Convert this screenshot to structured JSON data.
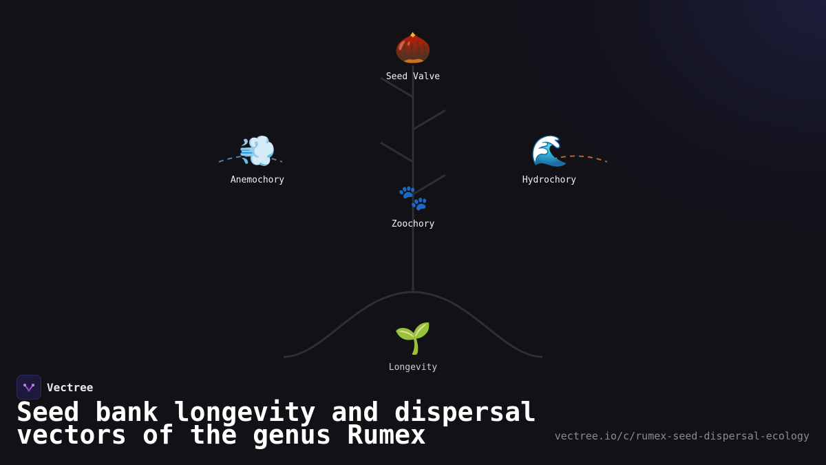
{
  "diagram": {
    "nodes": [
      {
        "id": "seed-valve",
        "label": "Seed Valve",
        "icon": "acorn-icon",
        "emoji": "🌰"
      },
      {
        "id": "anemochory",
        "label": "Anemochory",
        "icon": "wind-icon",
        "emoji": "💨"
      },
      {
        "id": "hydrochory",
        "label": "Hydrochory",
        "icon": "wave-icon",
        "emoji": "🌊"
      },
      {
        "id": "zoochory",
        "label": "Zoochory",
        "icon": "paw-prints-icon",
        "emoji": "🐾"
      },
      {
        "id": "longevity",
        "label": "Longevity",
        "icon": "seedling-icon",
        "emoji": "🌱"
      }
    ],
    "colors": {
      "stem": "#2e2e36",
      "wind_arc": "#5a7fa6",
      "water_arc": "#b5653a"
    }
  },
  "brand": {
    "name": "Vectree",
    "logo_icon": "vectree-logo-icon"
  },
  "title": "Seed bank longevity and dispersal vectors of the genus Rumex",
  "url": "vectree.io/c/rumex-seed-dispersal-ecology"
}
